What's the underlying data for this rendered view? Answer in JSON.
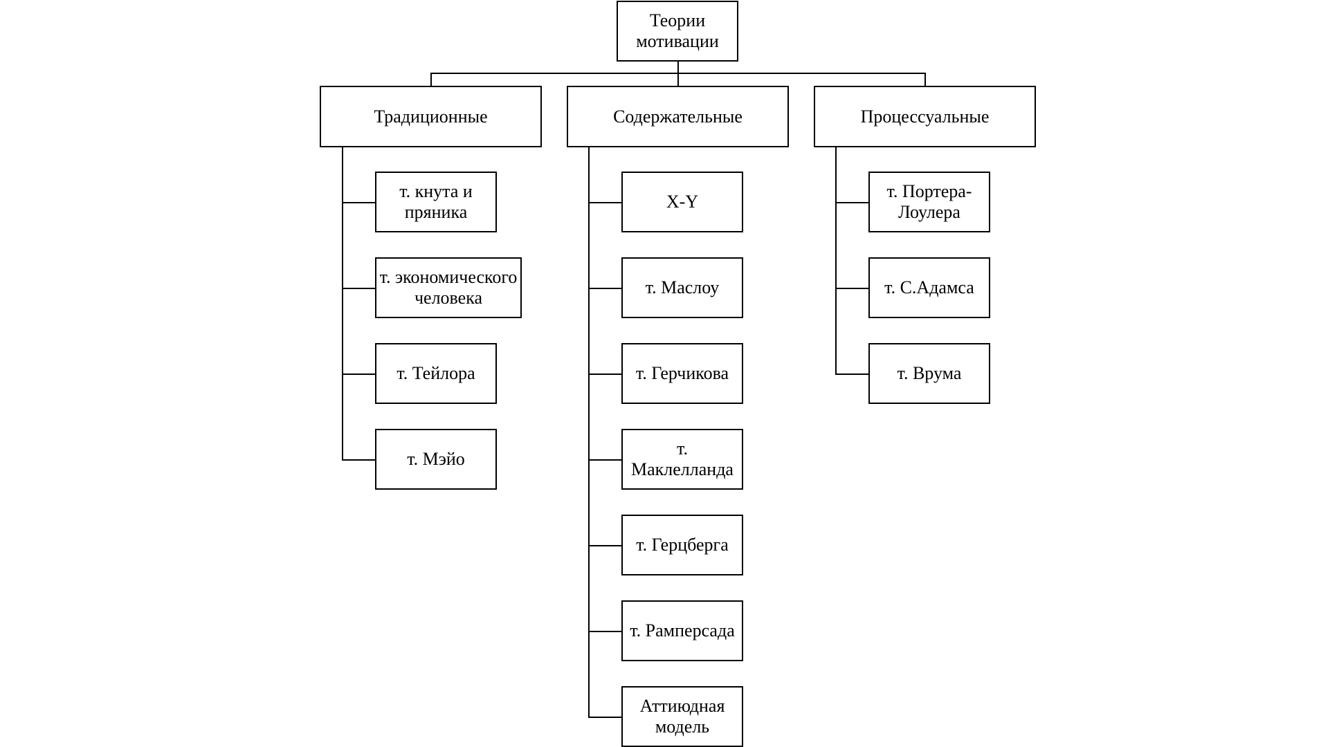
{
  "root": {
    "label": "Теории мотивации"
  },
  "categories": [
    {
      "label": "Традиционные",
      "items": [
        "т. кнута и пряника",
        "т. экономического человека",
        "т. Тейлора",
        "т. Мэйо"
      ]
    },
    {
      "label": "Содержательные",
      "items": [
        "X-Y",
        "т. Маслоу",
        "т. Герчикова",
        "т. Маклелланда",
        "т. Герцберга",
        "т. Рамперсада",
        "Аттиюдная модель"
      ]
    },
    {
      "label": "Процессуальные",
      "items": [
        "т. Портера-Лоулера",
        "т. С.Адамса",
        "т. Врума"
      ]
    }
  ],
  "colors": {
    "line": "#000000",
    "box_border": "#000000",
    "background": "#ffffff"
  }
}
